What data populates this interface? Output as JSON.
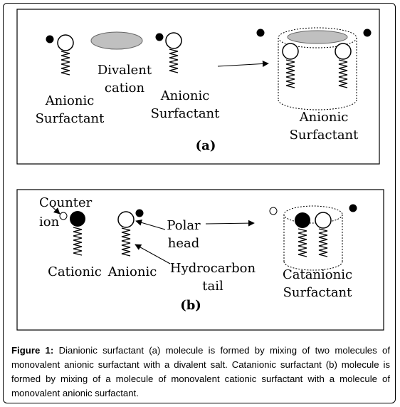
{
  "panel_a": {
    "label": "(a)",
    "anionic_left": [
      "Anionic",
      "Surfactant"
    ],
    "divalent": [
      "Divalent",
      "cation"
    ],
    "anionic_mid": [
      "Anionic",
      "Surfactant"
    ],
    "anionic_right": [
      "Anionic",
      "Surfactant"
    ]
  },
  "panel_b": {
    "label": "(b)",
    "counter_ion": [
      "Counter",
      "ion"
    ],
    "cationic": "Cationic",
    "anionic": "Anionic",
    "polar_head": [
      "Polar",
      "head"
    ],
    "hydrocarbon_tail": [
      "Hydrocarbon",
      "tail"
    ],
    "catanionic": [
      "Catanionic",
      "Surfactant"
    ]
  },
  "caption": {
    "figure_label": "Figure 1:",
    "text": "Dianionic surfactant (a) molecule is formed by mixing of two molecules of monovalent anionic surfactant with a divalent salt. Catanionic surfactant (b) molecule is formed by mixing of a molecule of monovalent cationic surfactant with a molecule of monovalent anionic surfactant."
  },
  "colors": {
    "cation_fill": "#c0c0c0",
    "line": "#000000"
  }
}
